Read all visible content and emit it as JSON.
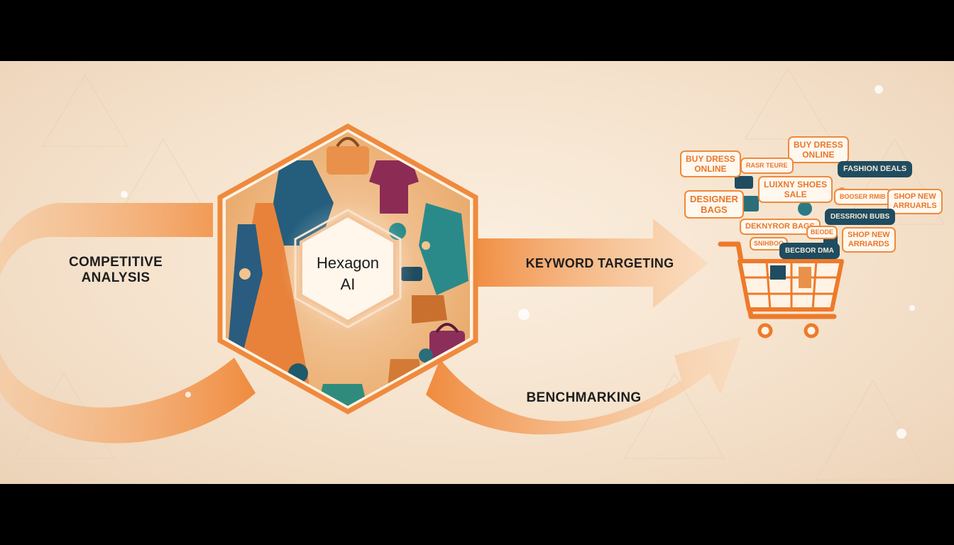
{
  "diagram": {
    "center_node": {
      "title": "Hexagon AI",
      "line1": "Hexagon",
      "line2": "AI"
    },
    "flows": {
      "left": {
        "line1": "COMPETITIVE",
        "line2": "ANALYSIS"
      },
      "top_right": "KEYWORD TARGETING",
      "bottom_right": "BENCHMARKING"
    },
    "keyword_bubbles": [
      {
        "line1": "BUY DRESS",
        "line2": "ONLINE",
        "style": "light"
      },
      {
        "line1": "BUY DRESS",
        "line2": "ONLINE",
        "style": "light"
      },
      {
        "line1": "RASR TEURE",
        "line2": "",
        "style": "light"
      },
      {
        "line1": "FASHION DEALS",
        "line2": "",
        "style": "dark"
      },
      {
        "line1": "LUIXNY SHOES",
        "line2": "SALE",
        "style": "light"
      },
      {
        "line1": "DESIGNER",
        "line2": "BAGS",
        "style": "light"
      },
      {
        "line1": "BOOSER RMIB",
        "line2": "",
        "style": "light"
      },
      {
        "line1": "SHOP NEW",
        "line2": "ARRUARLS",
        "style": "light"
      },
      {
        "line1": "DESSRION BUBS",
        "line2": "",
        "style": "dark"
      },
      {
        "line1": "DEKNYROR BAGS",
        "line2": "",
        "style": "light"
      },
      {
        "line1": "BEODE",
        "line2": "",
        "style": "light"
      },
      {
        "line1": "SHOP NEW",
        "line2": "ARRIARDS",
        "style": "light"
      },
      {
        "line1": "SNIHBOO",
        "line2": "",
        "style": "light"
      },
      {
        "line1": "BECBOR DMA",
        "line2": "",
        "style": "dark"
      }
    ],
    "cart_icon": "shopping-cart-icon",
    "colors": {
      "accent": "#ef8a3d",
      "accent_light": "#f6b47c",
      "teal": "#1f4c60",
      "background": "#f7e6d2"
    }
  }
}
